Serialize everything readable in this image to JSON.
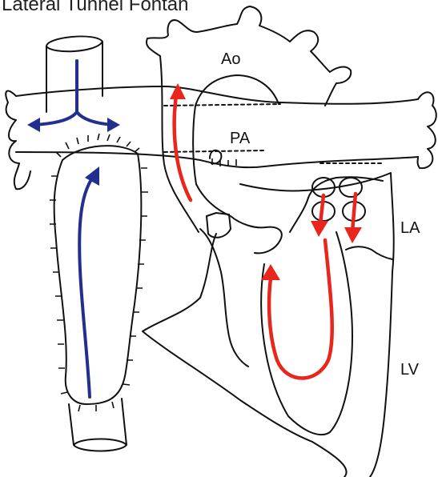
{
  "title": "Lateral Tunnel Fontan",
  "labels": {
    "ao": "Ao",
    "pa": "PA",
    "la": "LA",
    "lv": "LV"
  },
  "colors": {
    "outline": "#111111",
    "systemic_flow": "#e8261c",
    "venous_flow": "#232f8f",
    "background": "#ffffff"
  }
}
